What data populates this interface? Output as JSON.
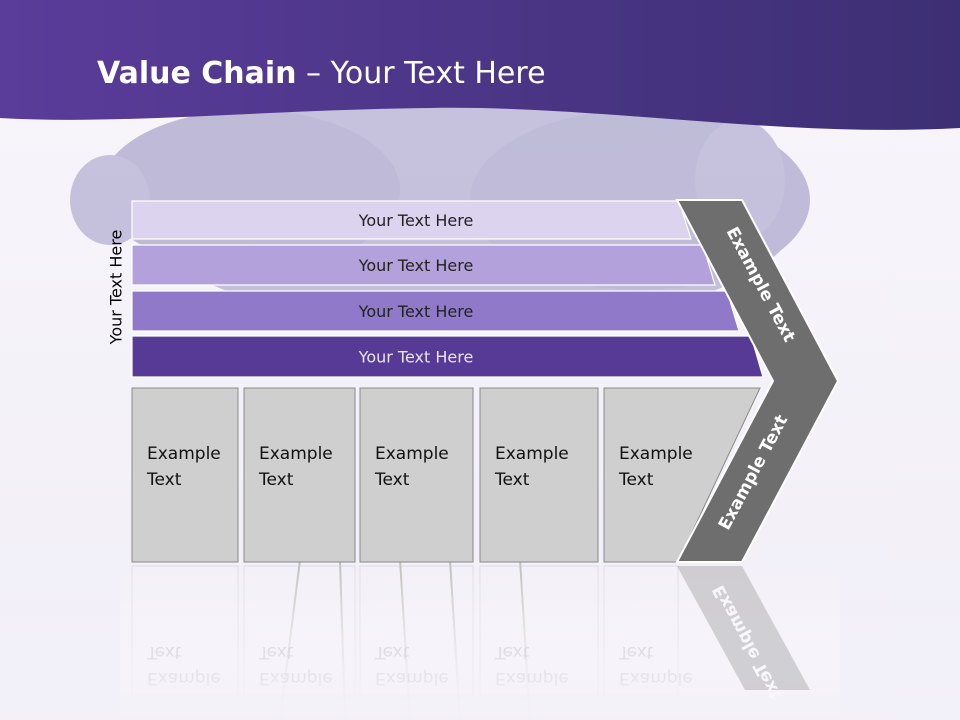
{
  "title": {
    "bold": "Value Chain",
    "rest": " – Your Text Here"
  },
  "side_label": "Your Text Here",
  "bars": [
    {
      "label": "Your Text Here",
      "color": "#dcd3ee"
    },
    {
      "label": "Your Text Here",
      "color": "#b3a1db"
    },
    {
      "label": "Your Text Here",
      "color": "#9079c9"
    },
    {
      "label": "Your Text Here",
      "color": "#573a95"
    }
  ],
  "boxes": [
    {
      "line1": "Example",
      "line2": "Text"
    },
    {
      "line1": "Example",
      "line2": "Text"
    },
    {
      "line1": "Example",
      "line2": "Text"
    },
    {
      "line1": "Example",
      "line2": "Text"
    },
    {
      "line1": "Example",
      "line2": "Text"
    }
  ],
  "chevron": {
    "upper": "Example Text",
    "lower": "Example Text"
  },
  "colors": {
    "header": "#4d3a91",
    "box_fill": "#cfcfcf",
    "chevron": "#6e6e6e"
  }
}
